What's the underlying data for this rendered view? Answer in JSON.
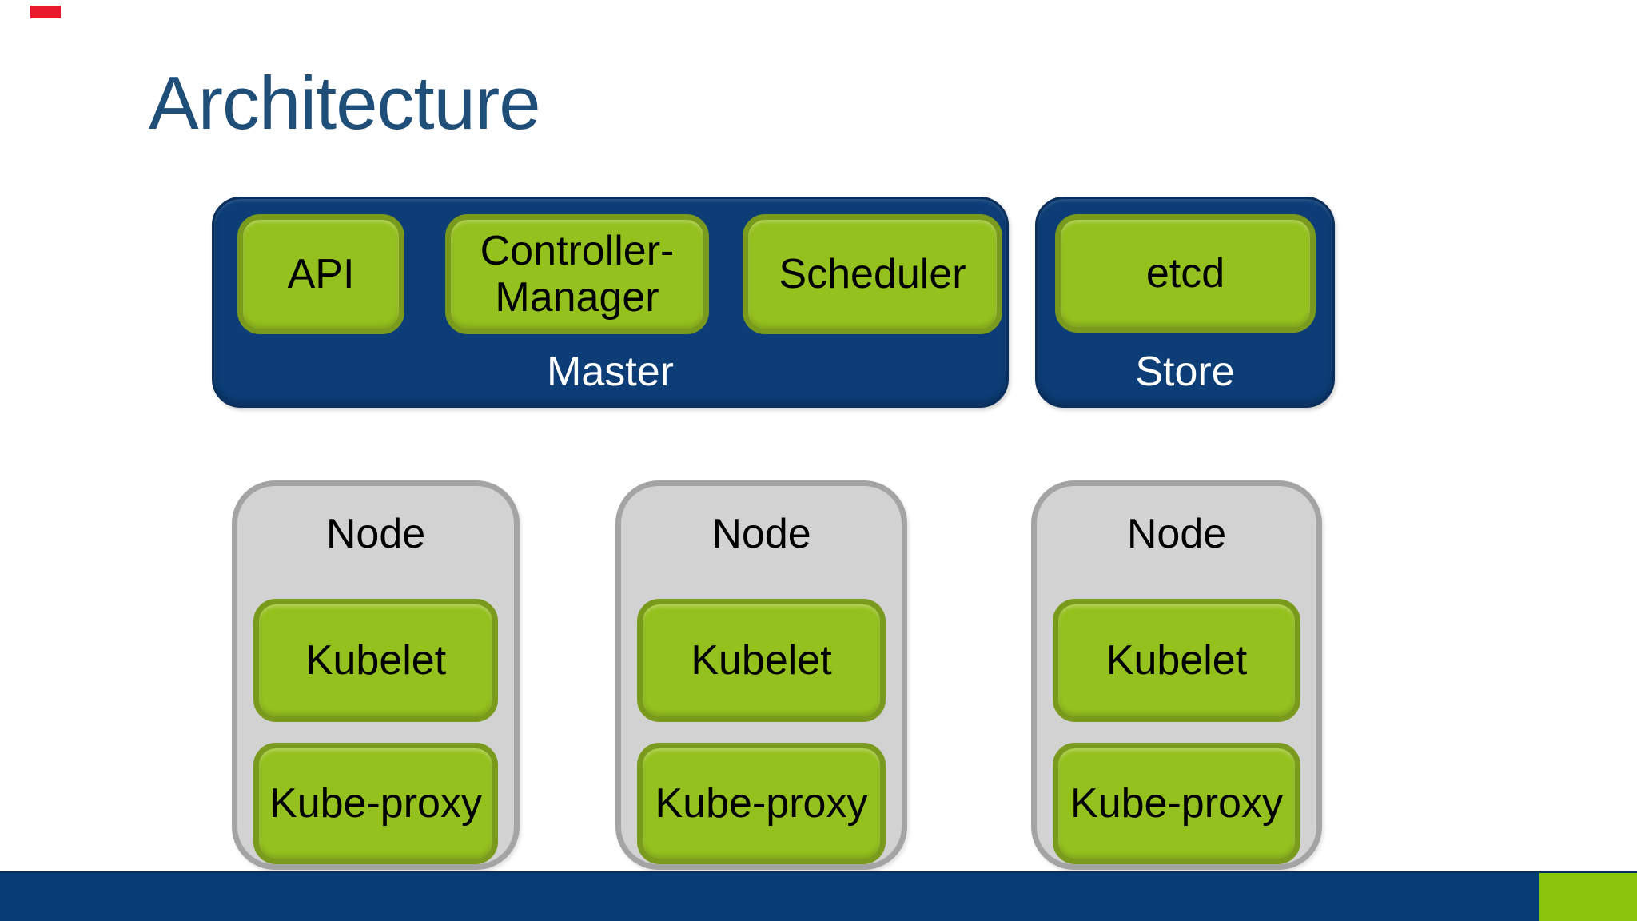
{
  "slide_title": "Architecture",
  "colors": {
    "title_blue": "#1f4e79",
    "container_blue": "#0c3d77",
    "container_blue_border": "#0a2f5c",
    "green_fill": "#95c11f",
    "green_border": "#7a9a1e",
    "gray_fill": "#d3d2d2",
    "gray_border": "#a5a4a5",
    "bar_blue": "#083c77",
    "bar_green": "#8ac40c",
    "red_marker": "#e8192c"
  },
  "master": {
    "label": "Master",
    "components": {
      "api": "API",
      "controller_manager": "Controller-\nManager",
      "scheduler": "Scheduler"
    }
  },
  "store": {
    "label": "Store",
    "components": {
      "etcd": "etcd"
    }
  },
  "nodes": [
    {
      "label": "Node",
      "kubelet": "Kubelet",
      "kube_proxy": "Kube-proxy"
    },
    {
      "label": "Node",
      "kubelet": "Kubelet",
      "kube_proxy": "Kube-proxy"
    },
    {
      "label": "Node",
      "kubelet": "Kubelet",
      "kube_proxy": "Kube-proxy"
    }
  ]
}
